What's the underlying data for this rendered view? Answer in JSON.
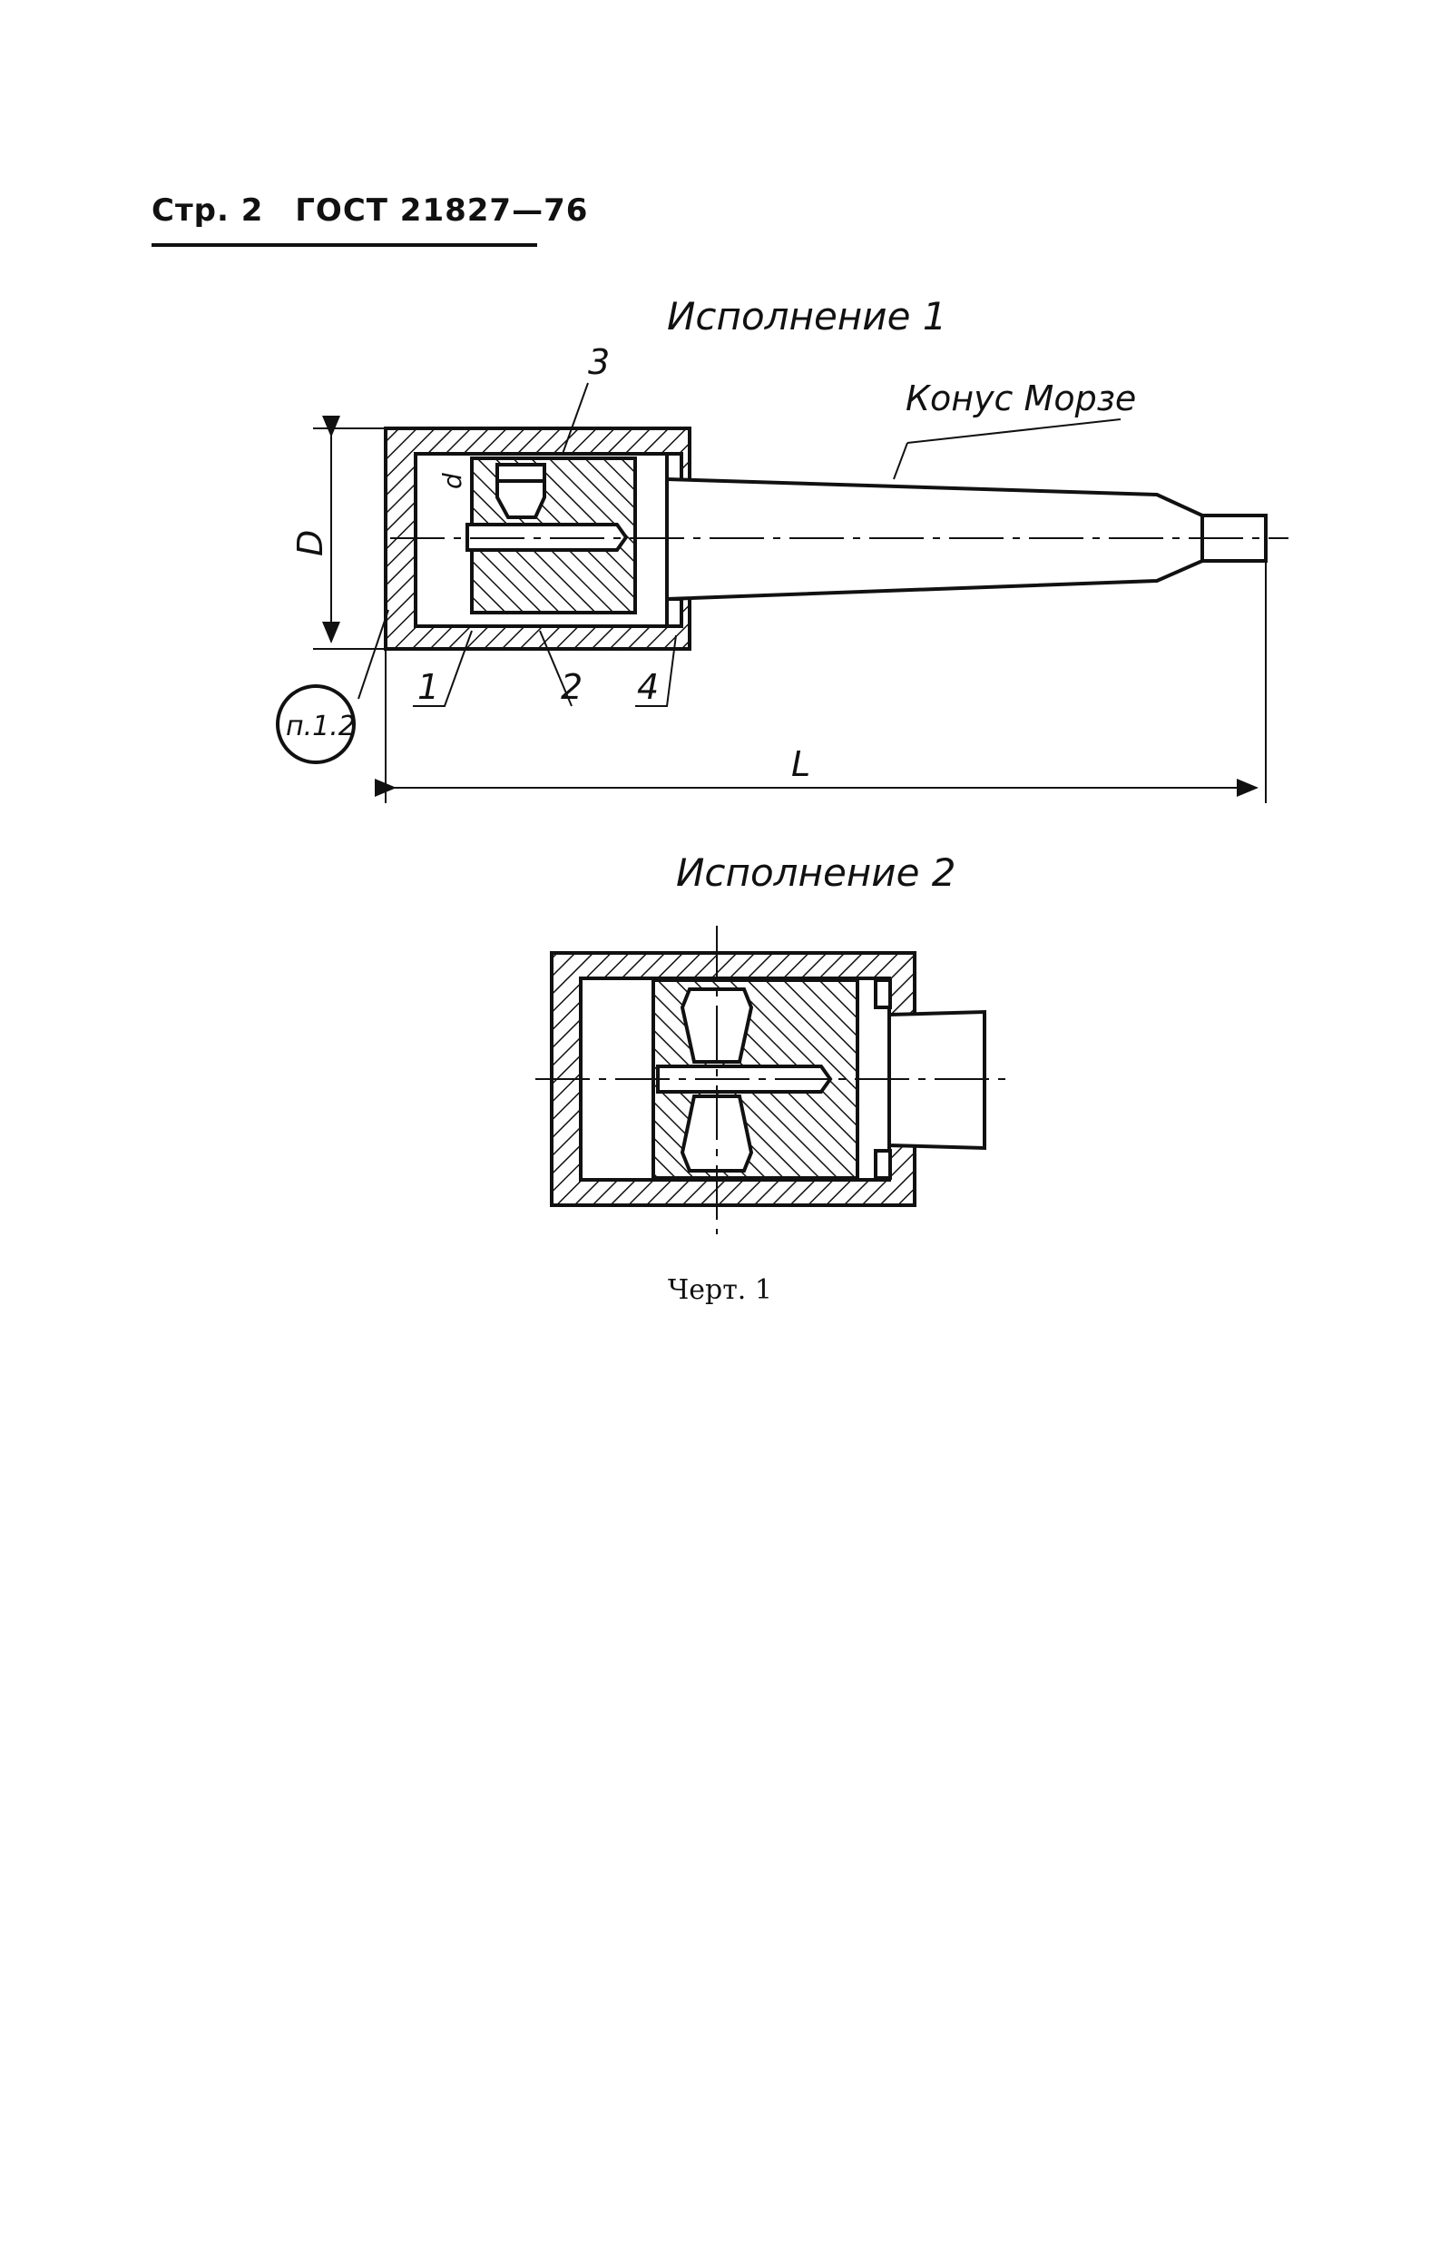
{
  "header": {
    "page": "Стр. 2",
    "standard": "ГОСТ 21827—76"
  },
  "drawing1": {
    "title": "Исполнение 1",
    "morse_label": "Конус Морзе",
    "dim_D": "D",
    "dim_d": "d",
    "dim_L": "L",
    "ref_note": "п.1.2",
    "parts": [
      "1",
      "2",
      "3",
      "4"
    ]
  },
  "drawing2": {
    "title": "Исполнение 2"
  },
  "caption": "Черт. 1"
}
